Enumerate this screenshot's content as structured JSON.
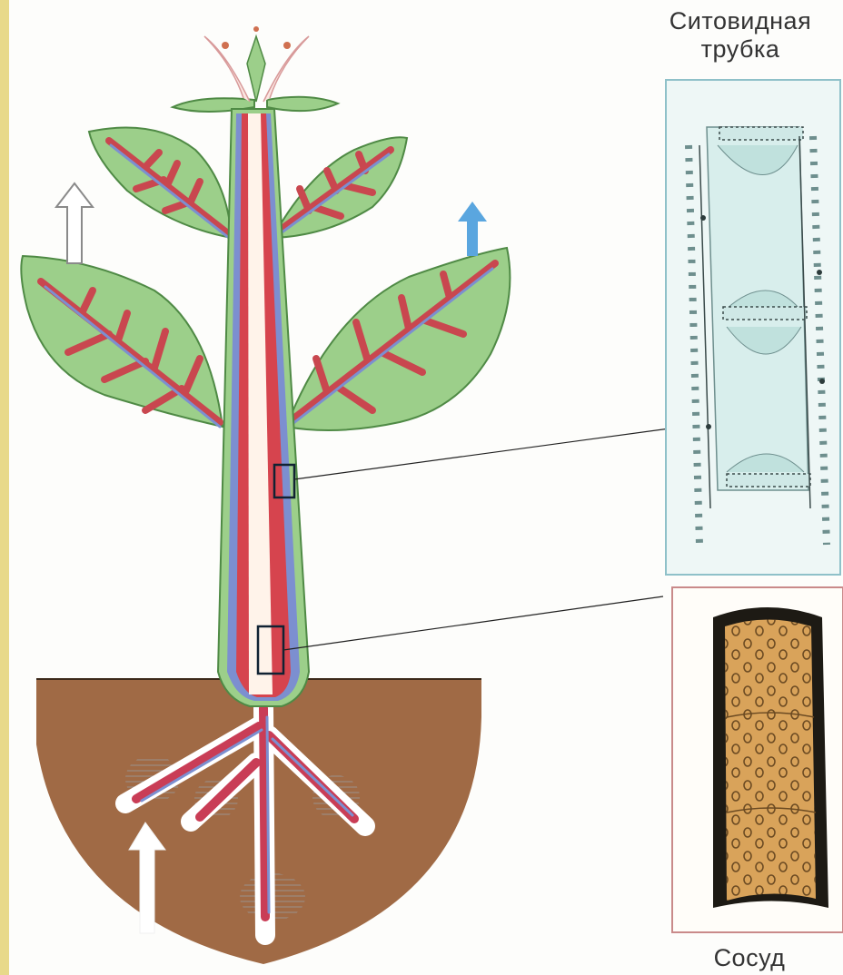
{
  "labels": {
    "sieve_tube_line1": "Ситовидная",
    "sieve_tube_line2": "трубка",
    "vessel": "Сосуд"
  },
  "colors": {
    "page_border": "#e8d98a",
    "background": "#fdfdfb",
    "leaf": "#9ccf8a",
    "leaf_edge": "#4f8a45",
    "xylem_core": "#fff3ea",
    "phloem_red": "#d6444e",
    "phloem_blue": "#7c8fd0",
    "soil": "#a06a45",
    "sieve_panel_border": "#8fc1c9",
    "sieve_panel_fill": "#d8eeec",
    "vessel_panel_border": "#c98a8a",
    "vessel_fill": "#d9a35a",
    "vessel_wall": "#1d1a14",
    "arrow_blue": "#5aa6df"
  },
  "icons": [
    "up-arrow-icon-outline",
    "up-arrow-icon-blue",
    "up-arrow-icon-soil"
  ]
}
